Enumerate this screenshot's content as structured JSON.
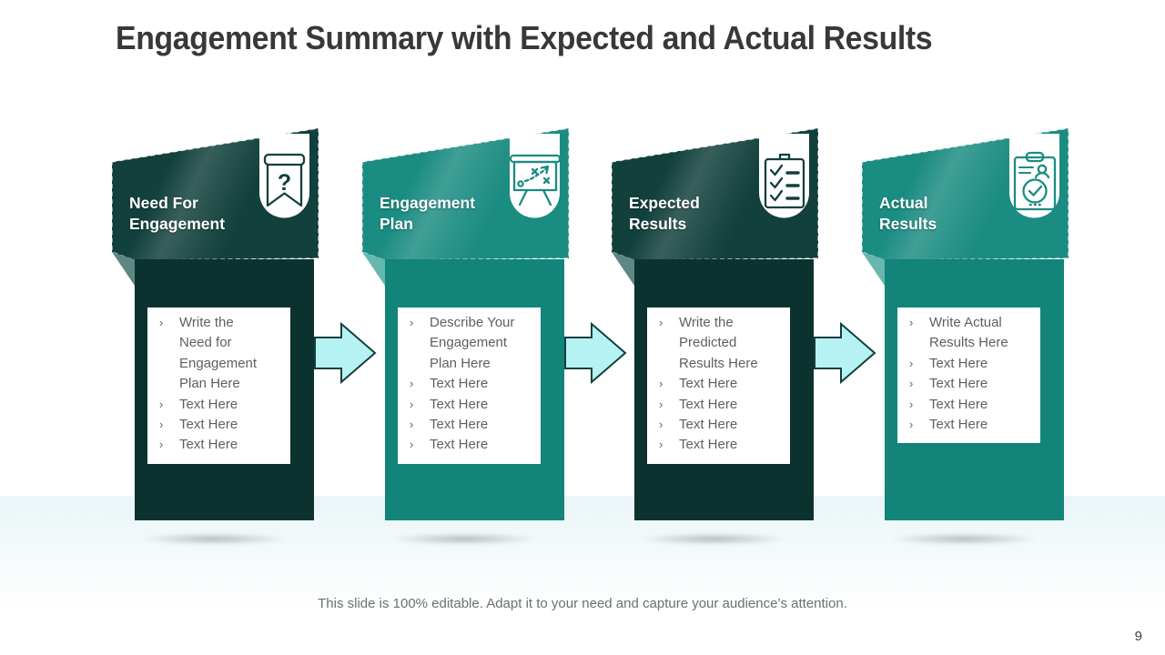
{
  "slide": {
    "title": "Engagement Summary with Expected and Actual Results",
    "footer": "This slide is 100% editable. Adapt it to your need and capture your audience’s attention.",
    "page_number": "9",
    "bullet_char": "›"
  },
  "colors": {
    "dark_banner": "#12403c",
    "dark_body": "#0c322f",
    "dark_fold": "#5e8682",
    "teal_banner": "#1b8c82",
    "teal_body": "#12847a",
    "teal_fold": "#66b7ae",
    "badge_bg": "#ffffff",
    "arrow_fill": "#b6f2f4",
    "arrow_stroke": "#12403c",
    "banner_text": "#ffffff",
    "bullet_text": "#5f5f5f",
    "title_text": "#383838",
    "footer_text": "#6b7074",
    "page_number_text": "#3e4347",
    "band_tint": "#e9f5f7"
  },
  "columns": [
    {
      "title": "Need For\nEngagement",
      "theme": "dark",
      "icon": "bookmark-question-icon",
      "bullets": [
        "Write the Need for Engagement Plan Here",
        "Text Here",
        "Text Here",
        "Text Here"
      ]
    },
    {
      "title": "Engagement\nPlan",
      "theme": "teal",
      "icon": "presentation-chart-icon",
      "bullets": [
        "Describe Your Engagement Plan Here",
        "Text Here",
        "Text Here",
        "Text Here",
        "Text Here"
      ]
    },
    {
      "title": "Expected\nResults",
      "theme": "dark",
      "icon": "checklist-icon",
      "bullets": [
        "Write the Predicted Results Here",
        "Text Here",
        "Text Here",
        "Text Here",
        "Text Here"
      ]
    },
    {
      "title": "Actual\nResults",
      "theme": "teal",
      "icon": "report-check-icon",
      "bullets": [
        "Write Actual Results Here",
        "Text Here",
        "Text Here",
        "Text Here",
        "Text Here"
      ]
    }
  ]
}
